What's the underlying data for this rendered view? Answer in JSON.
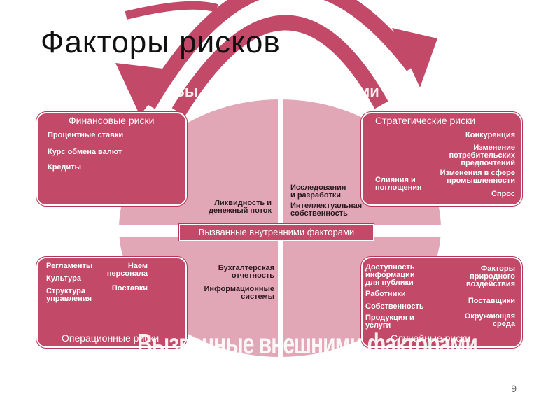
{
  "slide": {
    "title": "Факторы рисков",
    "page_number": "9"
  },
  "colors": {
    "accent": "#c24a68",
    "oval": "#e2a7b6",
    "text_dark": "#2b1a20"
  },
  "top_label_fragments": [
    "Вы",
    "ми"
  ],
  "bottom_label": "Вызванные внешними факторами",
  "center_banner": "Вызванные внутренними факторами",
  "financial": {
    "title": "Финансовые риски",
    "items": [
      "Процентные ставки",
      "Курс обмена валют",
      "Кредиты"
    ]
  },
  "strategic": {
    "title": "Стратегические риски",
    "items_right": [
      "Конкуренция",
      "Изменение\nпотребительских\nпредпочтений",
      "Изменения в сфере\nпромышленности",
      "Спрос"
    ],
    "item_left": "Слияния и\nпоглощения"
  },
  "operational": {
    "title": "Операционные риски",
    "items_left": [
      "Регламенты",
      "Культура",
      "Структура\nуправления"
    ],
    "items_right": [
      "Наем\nперсонала",
      "Поставки"
    ]
  },
  "hazard": {
    "title": "Случайные риски",
    "items_left": [
      "Доступность\nинформации\nдля публики",
      "Работники",
      "Собственность",
      "Продукция и\nуслуги"
    ],
    "items_right": [
      "Факторы\nприродного\nвоздействия",
      "Поставщики",
      "Окружающая\nсреда"
    ]
  },
  "center": {
    "upper_left": "Ликвидность и\nденежный поток",
    "upper_right_1": "Исследования\nи разработки",
    "upper_right_2": "Интеллектуальная\nсобственность",
    "lower_left_1": "Бухгалтерская\nотчетность",
    "lower_left_2": "Информационные\nсистемы"
  }
}
